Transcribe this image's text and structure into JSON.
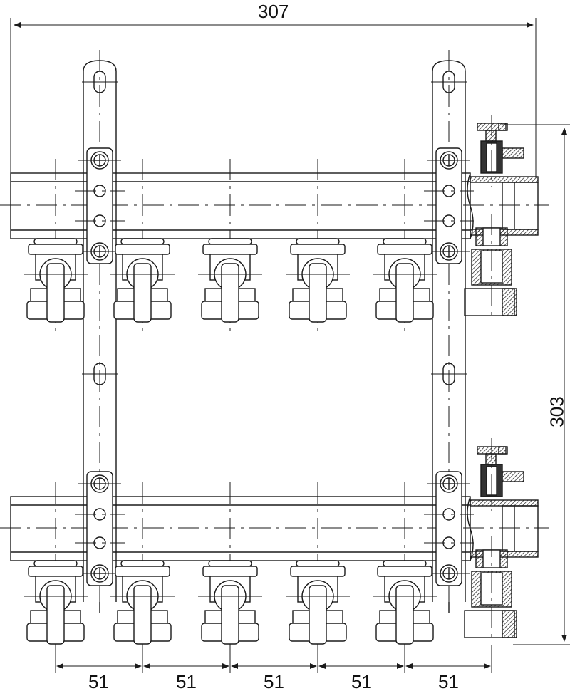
{
  "dimensions": {
    "overall_width": "307",
    "overall_height": "303",
    "spacing": [
      "51",
      "51",
      "51",
      "51",
      "51"
    ]
  },
  "colors": {
    "line": "#1a1a1a",
    "background": "#ffffff"
  }
}
